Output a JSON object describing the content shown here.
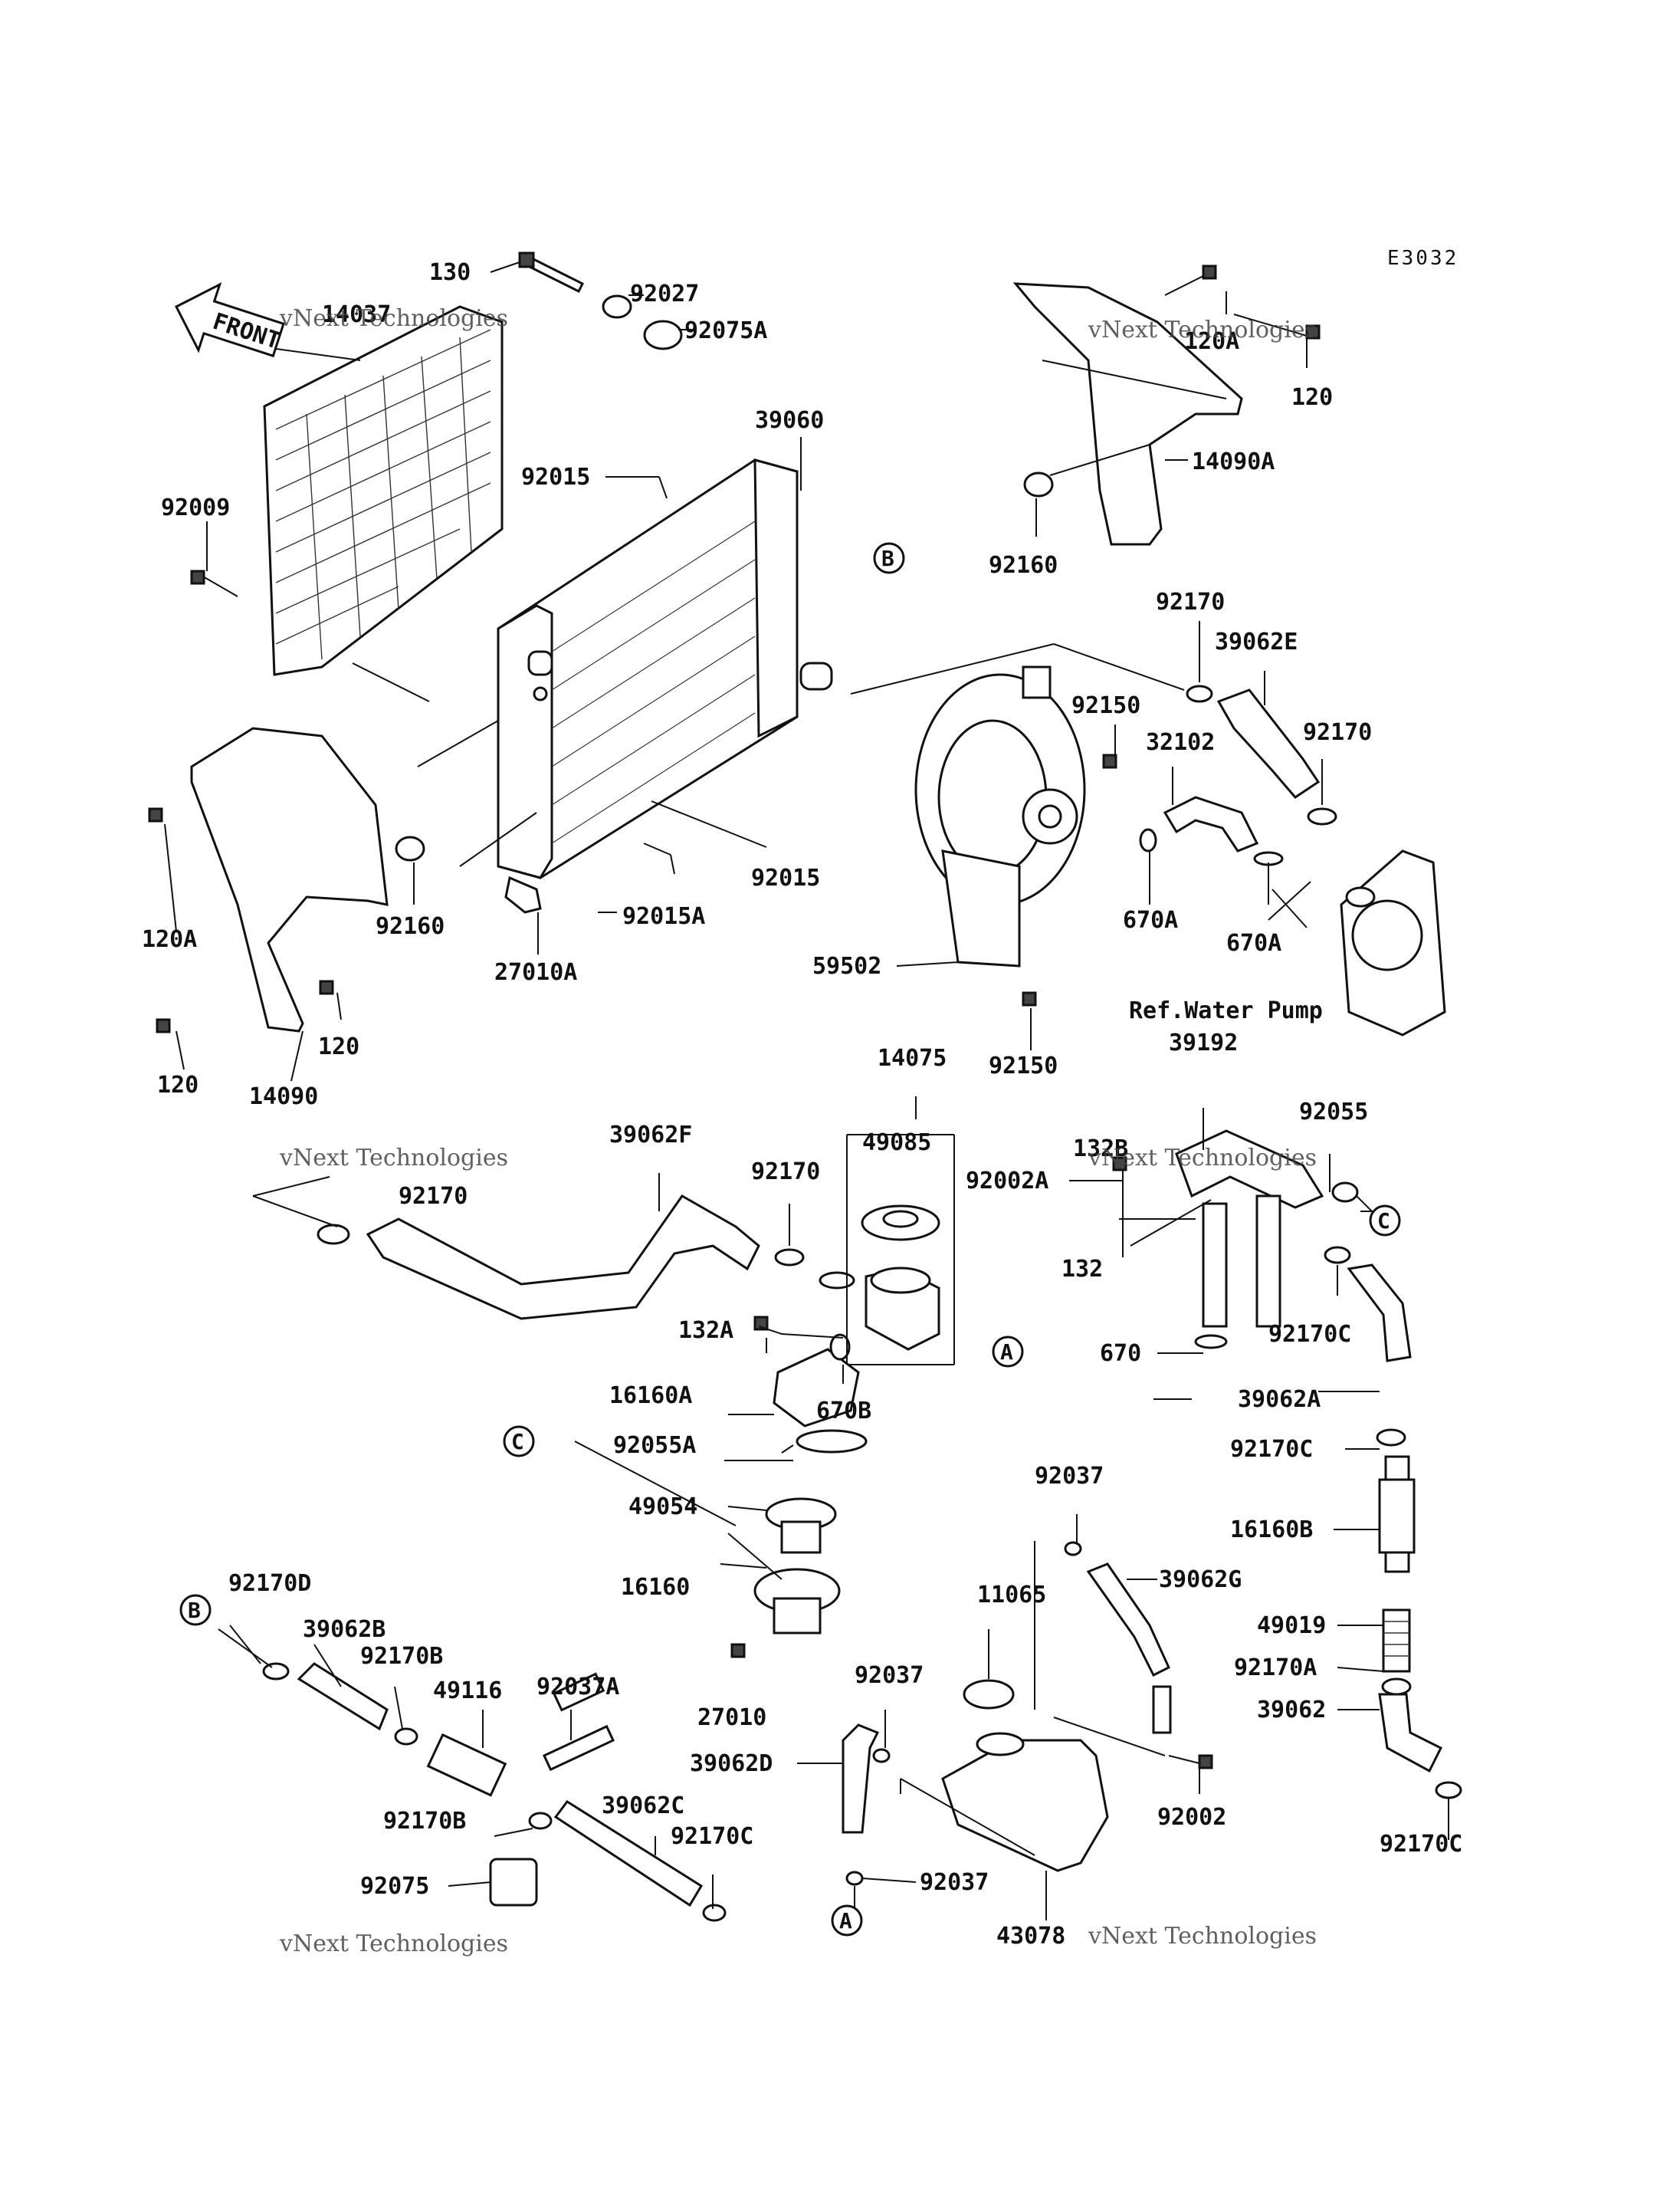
{
  "diagram_code": "E3032",
  "front_label": "FRONT",
  "ref_label": "Ref.Water Pump",
  "watermark_line1": "vNext Technologies",
  "watermark_line2": "vNext Technologies",
  "circle_refs": [
    "A",
    "B",
    "C",
    "A",
    "B",
    "C"
  ],
  "parts": [
    {
      "id": "p130",
      "label": "130"
    },
    {
      "id": "p92027",
      "label": "92027"
    },
    {
      "id": "p92075A",
      "label": "92075A"
    },
    {
      "id": "p14037",
      "label": "14037"
    },
    {
      "id": "p39060",
      "label": "39060"
    },
    {
      "id": "p92015a",
      "label": "92015"
    },
    {
      "id": "p92009",
      "label": "92009"
    },
    {
      "id": "p120A_tr",
      "label": "120A"
    },
    {
      "id": "p120_tr",
      "label": "120"
    },
    {
      "id": "p14090A",
      "label": "14090A"
    },
    {
      "id": "p92160_tr",
      "label": "92160"
    },
    {
      "id": "p92170_t",
      "label": "92170"
    },
    {
      "id": "p39062E",
      "label": "39062E"
    },
    {
      "id": "p92150_t",
      "label": "92150"
    },
    {
      "id": "p32102",
      "label": "32102"
    },
    {
      "id": "p92170_r",
      "label": "92170"
    },
    {
      "id": "p670A_1",
      "label": "670A"
    },
    {
      "id": "p670A_2",
      "label": "670A"
    },
    {
      "id": "p92015b",
      "label": "92015"
    },
    {
      "id": "p92015A",
      "label": "92015A"
    },
    {
      "id": "p27010A",
      "label": "27010A"
    },
    {
      "id": "p120A_l",
      "label": "120A"
    },
    {
      "id": "p92160_l",
      "label": "92160"
    },
    {
      "id": "p120_l1",
      "label": "120"
    },
    {
      "id": "p120_l2",
      "label": "120"
    },
    {
      "id": "p14090",
      "label": "14090"
    },
    {
      "id": "p59502",
      "label": "59502"
    },
    {
      "id": "p92150_b",
      "label": "92150"
    },
    {
      "id": "p39192",
      "label": "39192"
    },
    {
      "id": "p14075",
      "label": "14075"
    },
    {
      "id": "p49085",
      "label": "49085"
    },
    {
      "id": "p39062F",
      "label": "39062F"
    },
    {
      "id": "p92170_m",
      "label": "92170"
    },
    {
      "id": "p92170_l",
      "label": "92170"
    },
    {
      "id": "p92002A",
      "label": "92002A"
    },
    {
      "id": "p132B",
      "label": "132B"
    },
    {
      "id": "p92055",
      "label": "92055"
    },
    {
      "id": "p132",
      "label": "132"
    },
    {
      "id": "p92170C_1",
      "label": "92170C"
    },
    {
      "id": "p132A",
      "label": "132A"
    },
    {
      "id": "p670",
      "label": "670"
    },
    {
      "id": "p16160A",
      "label": "16160A"
    },
    {
      "id": "p670B",
      "label": "670B"
    },
    {
      "id": "p39062A",
      "label": "39062A"
    },
    {
      "id": "p92055A",
      "label": "92055A"
    },
    {
      "id": "p92170C_2",
      "label": "92170C"
    },
    {
      "id": "p49054",
      "label": "49054"
    },
    {
      "id": "p92037_t",
      "label": "92037"
    },
    {
      "id": "p16160B",
      "label": "16160B"
    },
    {
      "id": "p16160",
      "label": "16160"
    },
    {
      "id": "p39062G",
      "label": "39062G"
    },
    {
      "id": "p92170D",
      "label": "92170D"
    },
    {
      "id": "p11065",
      "label": "11065"
    },
    {
      "id": "p49019",
      "label": "49019"
    },
    {
      "id": "p39062B",
      "label": "39062B"
    },
    {
      "id": "p92170B_1",
      "label": "92170B"
    },
    {
      "id": "p92170A",
      "label": "92170A"
    },
    {
      "id": "p49116",
      "label": "49116"
    },
    {
      "id": "p92037A",
      "label": "92037A"
    },
    {
      "id": "p27010",
      "label": "27010"
    },
    {
      "id": "p92037_m",
      "label": "92037"
    },
    {
      "id": "p39062",
      "label": "39062"
    },
    {
      "id": "p39062D",
      "label": "39062D"
    },
    {
      "id": "p39062C",
      "label": "39062C"
    },
    {
      "id": "p92170B_2",
      "label": "92170B"
    },
    {
      "id": "p92170C_3",
      "label": "92170C"
    },
    {
      "id": "p92002",
      "label": "92002"
    },
    {
      "id": "p92170C_4",
      "label": "92170C"
    },
    {
      "id": "p92075",
      "label": "92075"
    },
    {
      "id": "p92037_b",
      "label": "92037"
    },
    {
      "id": "p43078",
      "label": "43078"
    }
  ]
}
